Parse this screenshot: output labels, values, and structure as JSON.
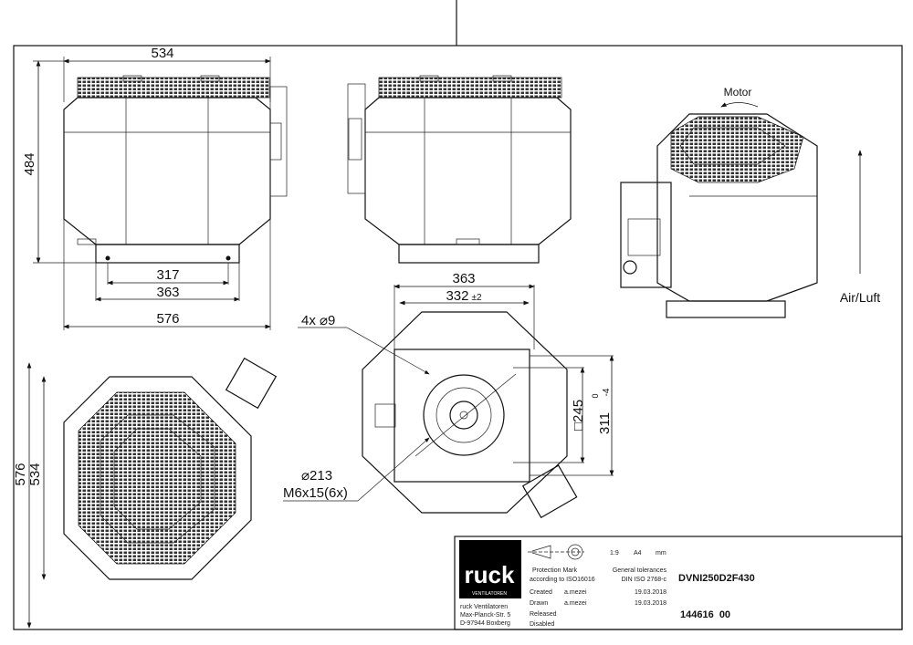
{
  "dimensions": {
    "front_width_top": "534",
    "front_height": "484",
    "base_inner": "317",
    "base_outer": "363",
    "overall_width": "576",
    "plan_outer": "576",
    "plan_inner": "534",
    "flange_outer": "363",
    "flange_inner": "332",
    "flange_tol": "±2",
    "holes": "4x ⌀9",
    "bolt_circle": "⌀213",
    "screws": "M6x15(6x)",
    "square": "□245",
    "side_311": "311",
    "tol_upper": "0",
    "tol_lower": "-4"
  },
  "labels": {
    "motor": "Motor",
    "airflow": "Air/Luft"
  },
  "title_block": {
    "logo": "ruck",
    "logo_sub": "VENTILATOREN",
    "company_lines": [
      "ruck Ventilatoren",
      "Max-Planck-Str. 5",
      "D-97944 Boxberg"
    ],
    "scale": "1:9",
    "format": "A4",
    "unit": "mm",
    "protection_mark": [
      "Protection Mark",
      "according to ISO16016"
    ],
    "tolerances": [
      "General tolerances",
      "DIN ISO 2768-c"
    ],
    "rows": [
      {
        "label": "Created",
        "name": "a.mezei",
        "date": "19.03.2018"
      },
      {
        "label": "Drawn",
        "name": "a.mezei",
        "date": "19.03.2018"
      },
      {
        "label": "Released",
        "name": "",
        "date": ""
      },
      {
        "label": "Disabled",
        "name": "",
        "date": ""
      }
    ],
    "product": "DVNI250D2F430",
    "drawing_number": "144616  00"
  }
}
